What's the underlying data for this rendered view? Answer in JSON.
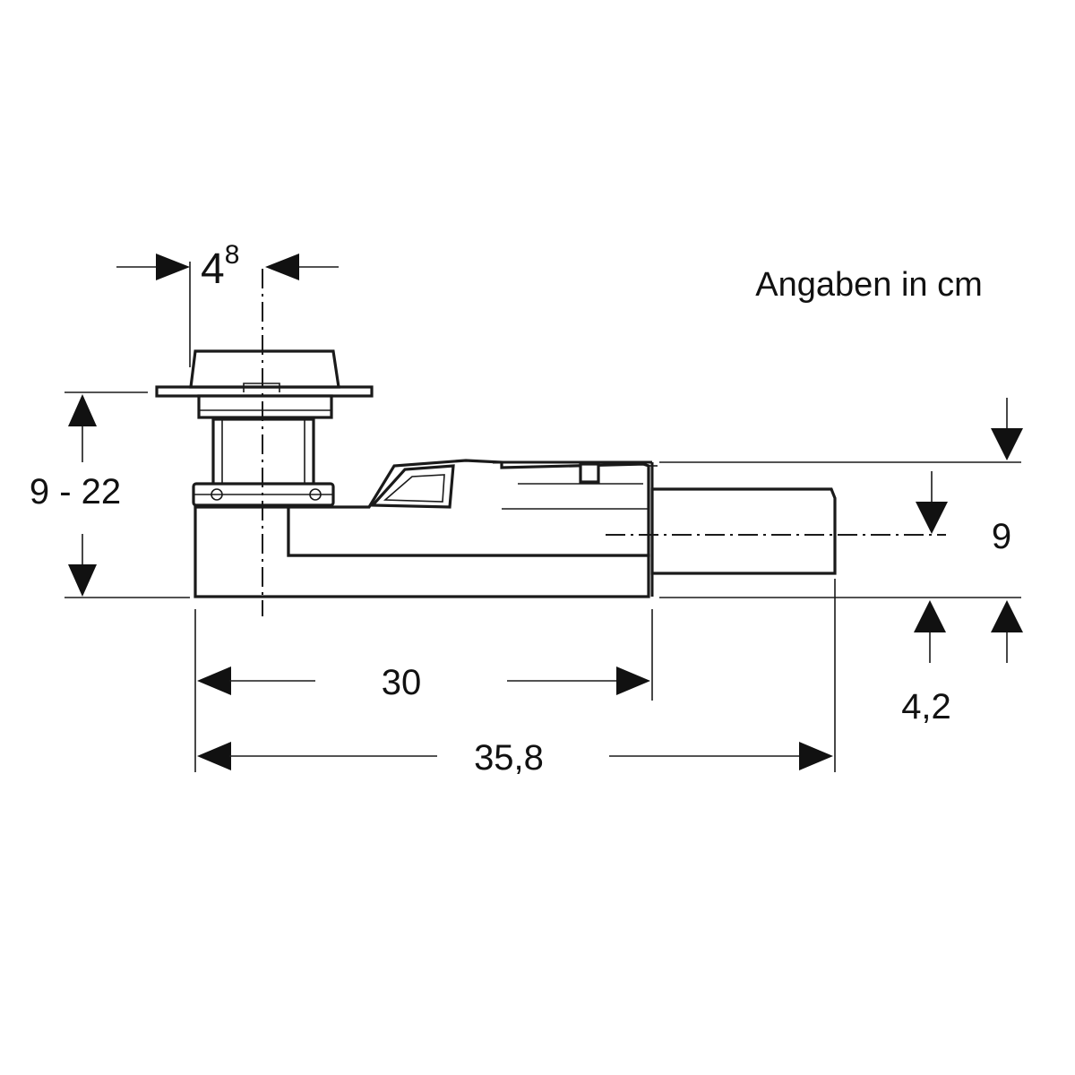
{
  "units_note": "Angaben in cm",
  "dimensions": {
    "drain_width_main": "4",
    "drain_width_sup": "8",
    "height_range": "9 - 22",
    "outlet_height": "9",
    "body_length": "30",
    "total_length": "35,8",
    "outlet_offset": "4,2"
  }
}
